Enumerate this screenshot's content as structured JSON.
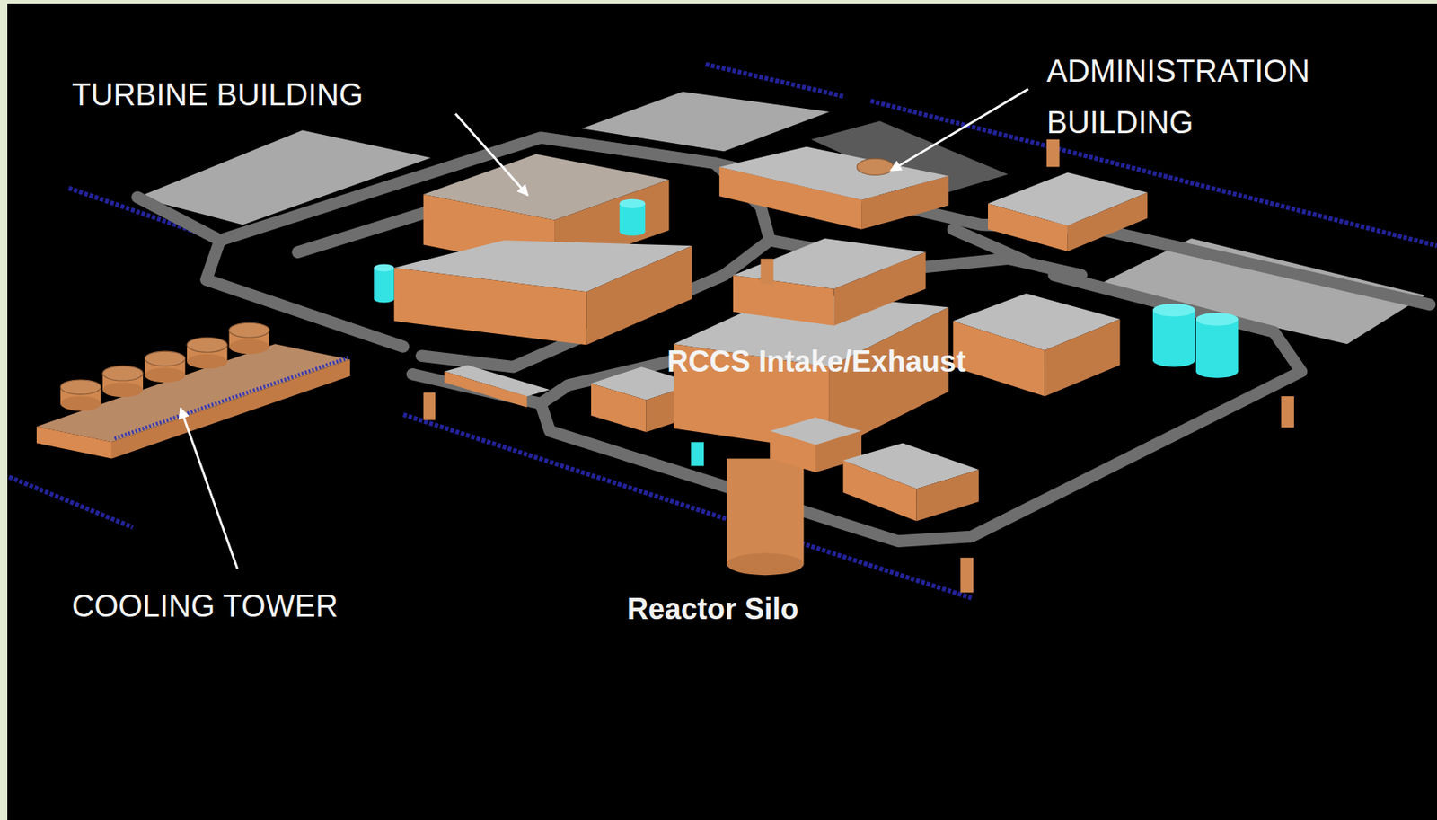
{
  "diagram": {
    "labels": [
      "TURBINE BUILDING",
      "ADMINISTRATION BUILDING",
      "COOLING TOWER",
      "RCCS Intake/Exhaust",
      "Reactor Silo"
    ]
  }
}
